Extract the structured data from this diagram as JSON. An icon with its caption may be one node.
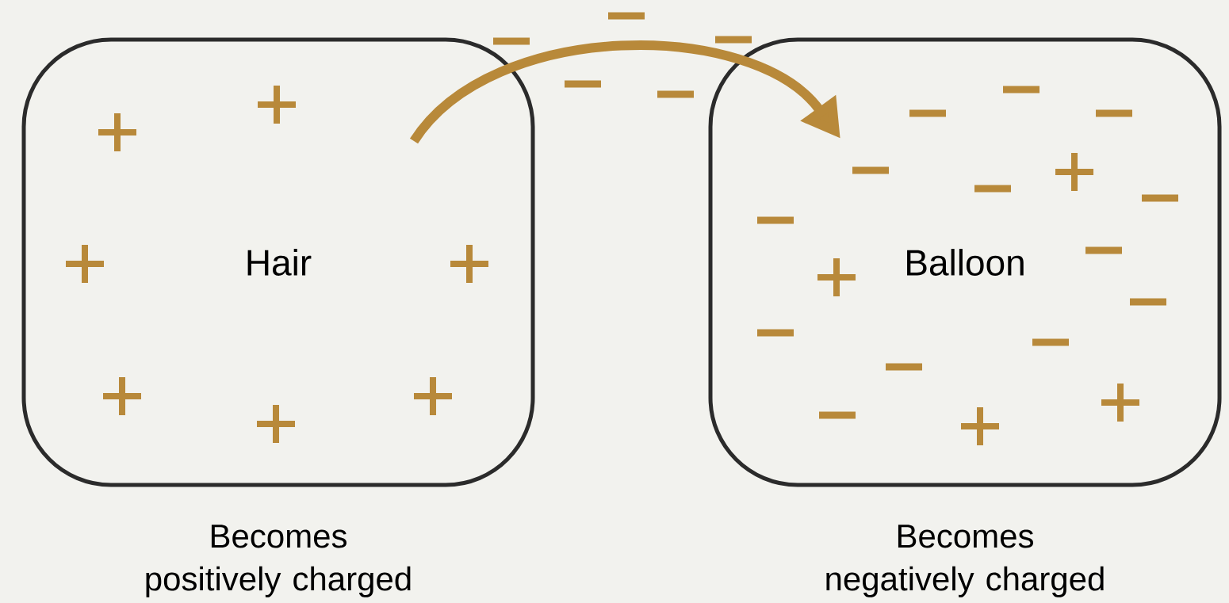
{
  "diagram": {
    "nodes": [
      {
        "text": [
          "Hair"
        ],
        "beside": [
          "Becomes positively charged"
        ]
      },
      {
        "text": [
          "Balloon"
        ],
        "beside": [
          "Becomes negatively charged"
        ]
      }
    ],
    "edges": [
      {
        "from": 0,
        "to": 1,
        "arrow": "to",
        "color": "#b8893a"
      }
    ]
  }
}
